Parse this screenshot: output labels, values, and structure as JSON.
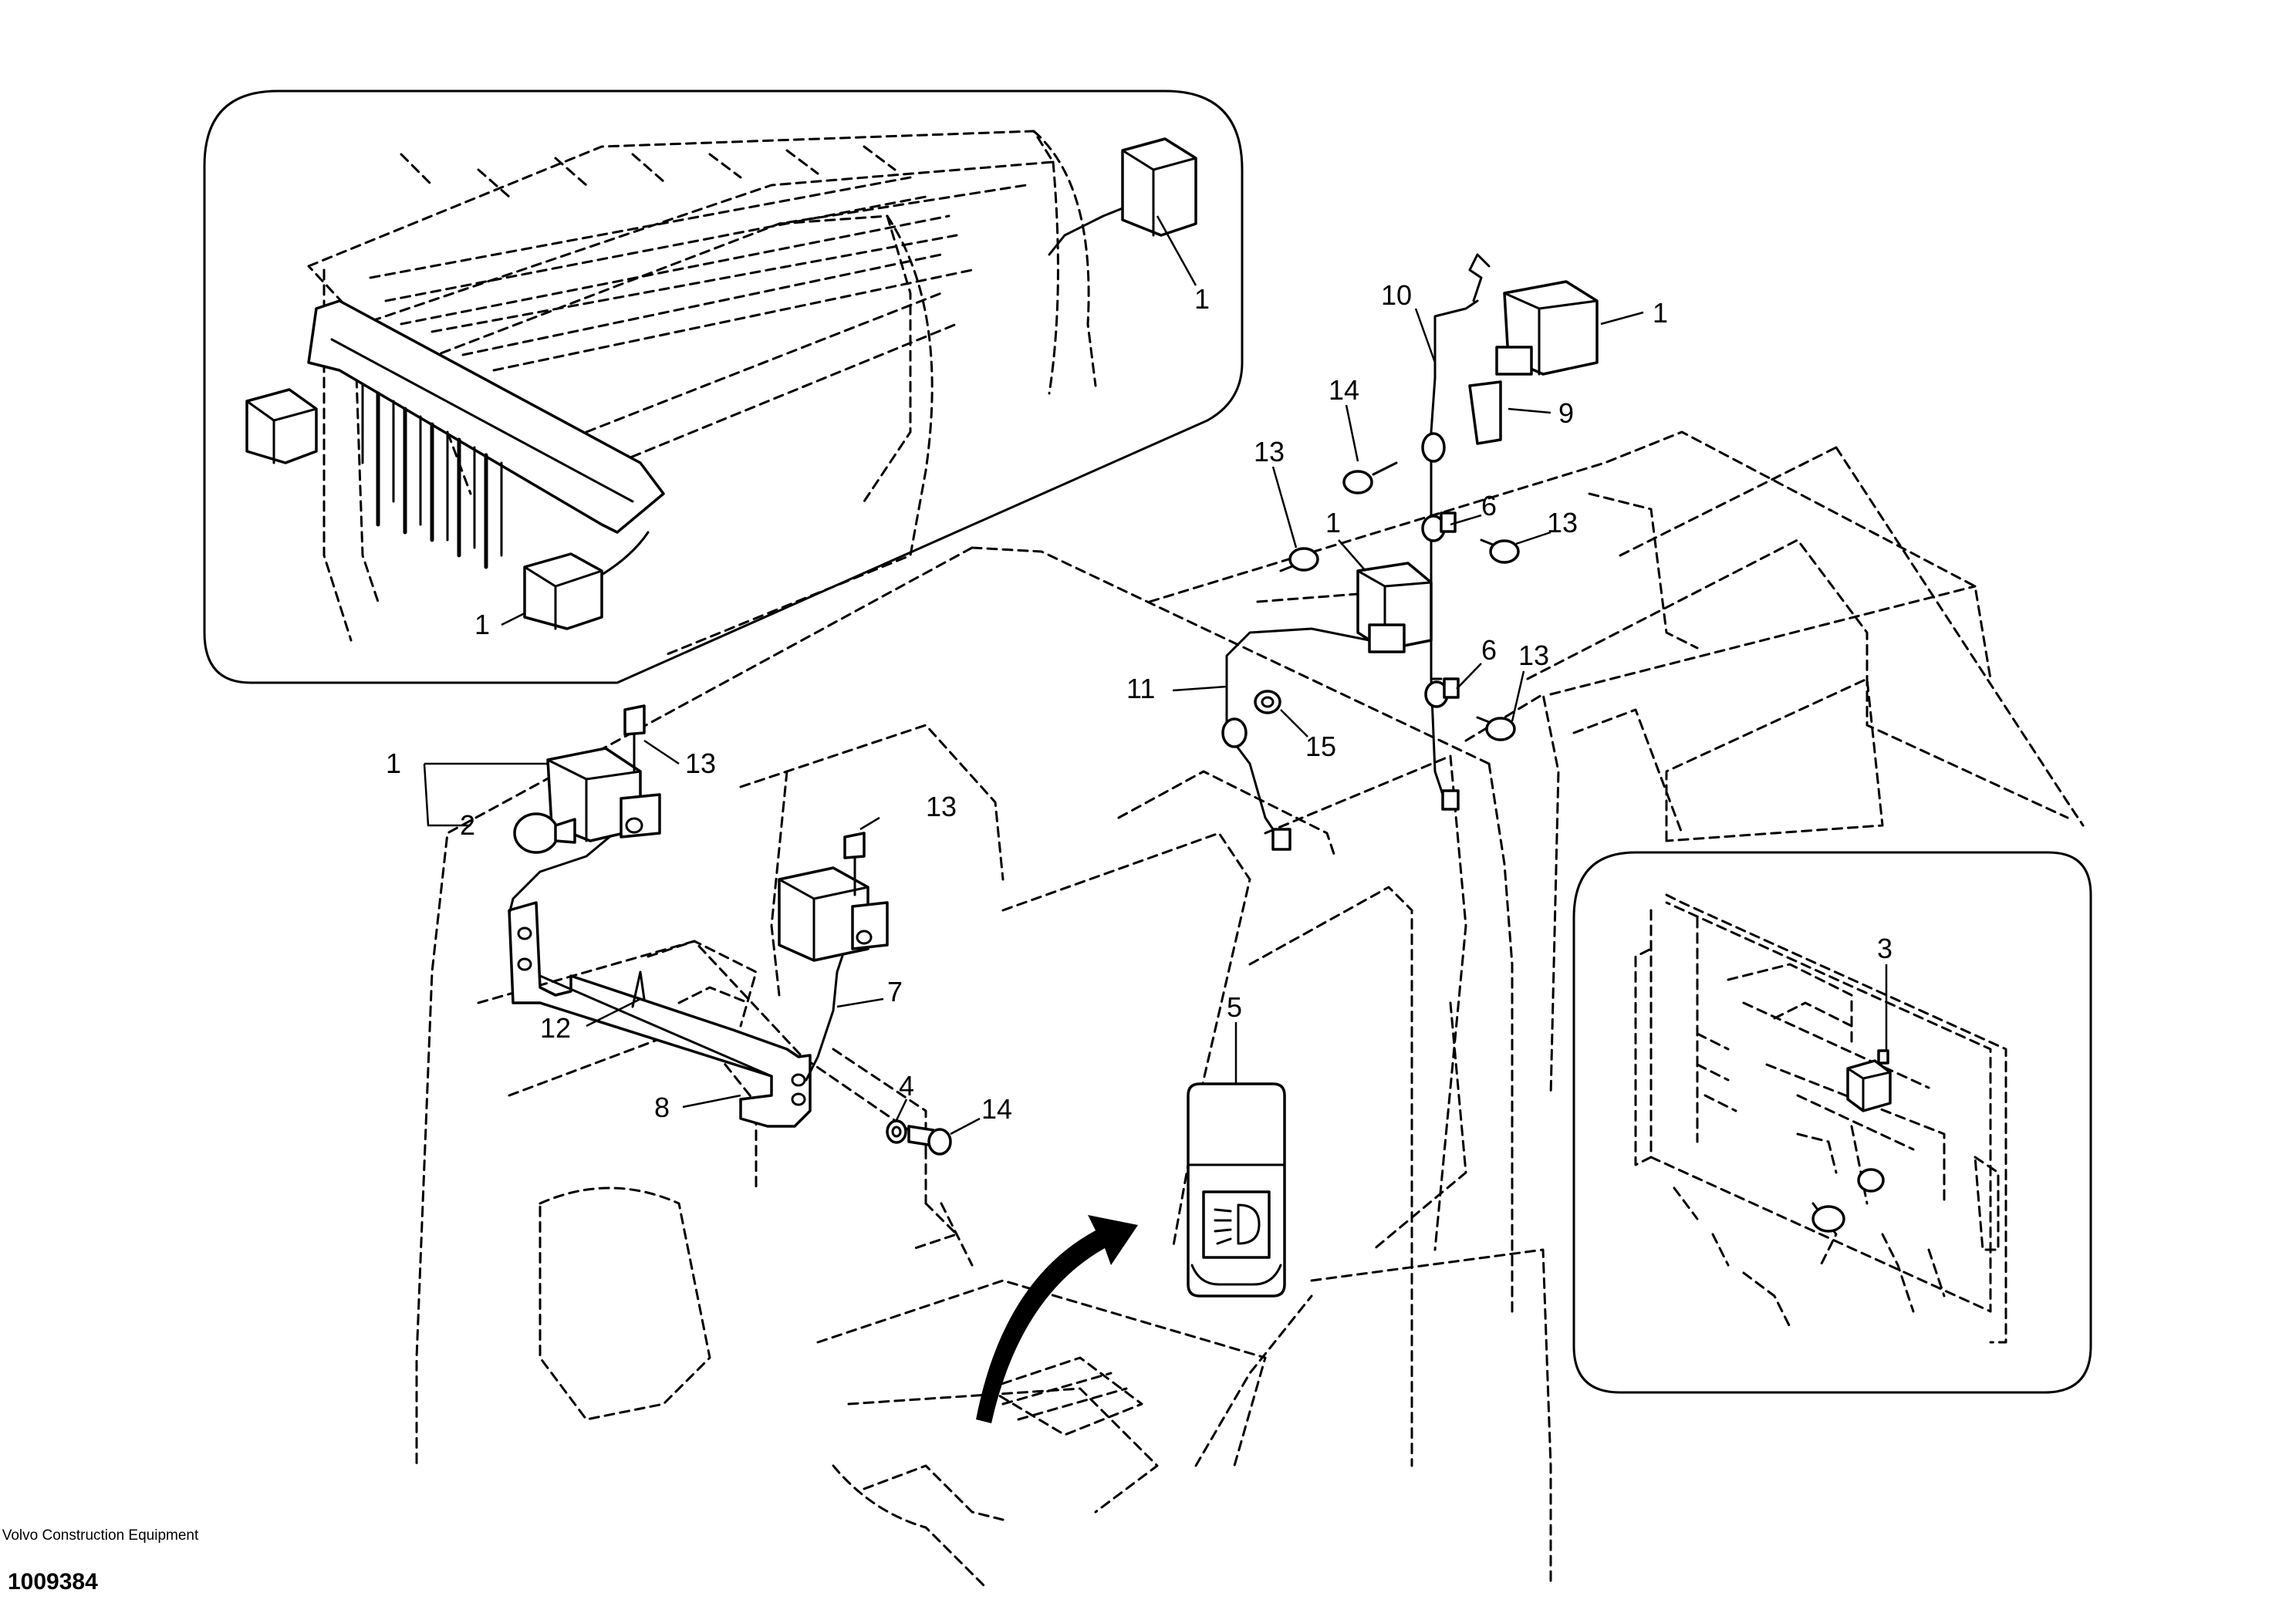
{
  "diagram": {
    "callouts": {
      "inset1_lamp_right": "1",
      "inset1_lamp_left": "1",
      "lamp_rear_right": "1",
      "lamp_rear_left": "1",
      "lamp_front_left": "1",
      "bulb": "2",
      "relay": "3",
      "washer": "4",
      "switch": "5",
      "clip_upper": "6",
      "clip_lower": "6",
      "harness_front": "7",
      "bracket_left": "8",
      "bracket_rear": "9",
      "harness_rear": "10",
      "harness_mid": "11",
      "bracket_front": "12",
      "screw_upper_right": "13",
      "screw_lower_right": "13",
      "screw_rear_left": "13",
      "screw_front_lamp": "13",
      "screw_front_lamp2": "13",
      "bolt_rear": "14",
      "bolt_front": "14",
      "grommet": "15"
    }
  },
  "footer": {
    "company": "Volvo Construction Equipment",
    "doc_number": "1009384"
  }
}
